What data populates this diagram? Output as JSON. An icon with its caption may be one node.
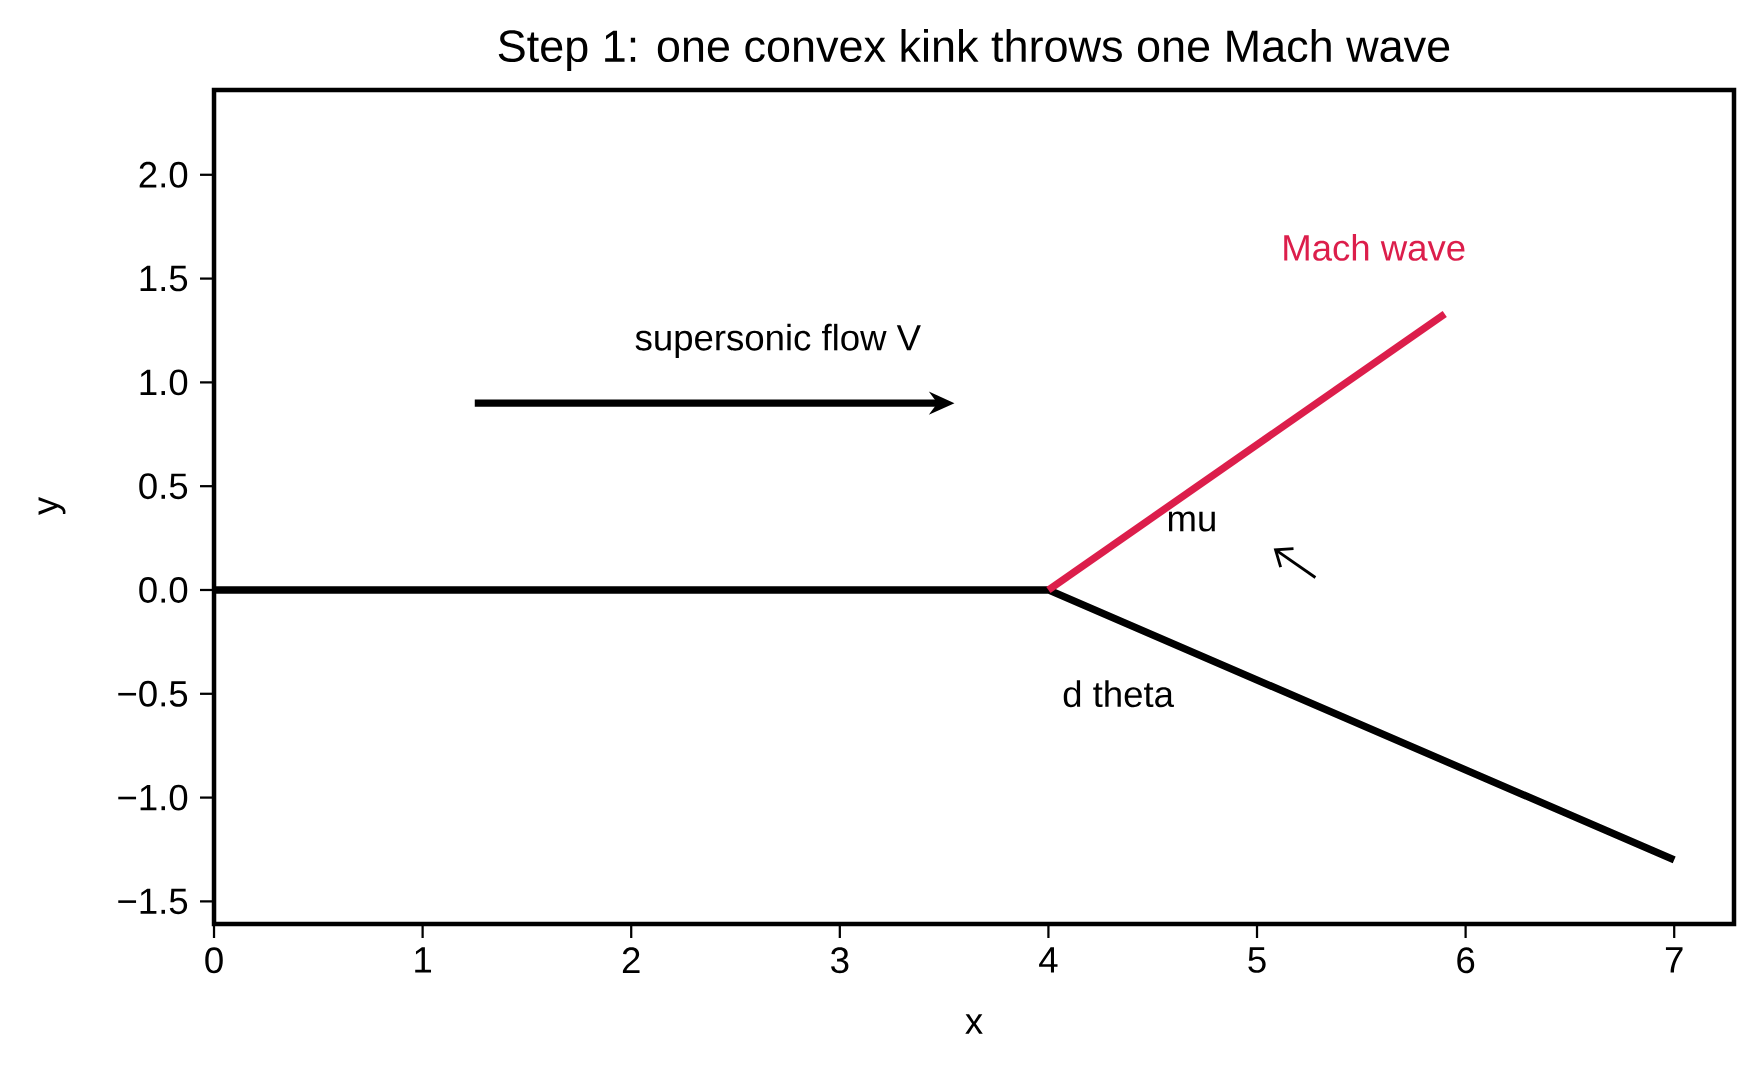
{
  "diagram": {
    "title": "Step 1: one convex kink throws one Mach wave",
    "labels": [
      "supersonic flow V",
      "Mach wave",
      "mu",
      "d theta",
      "2.0",
      "1.5",
      "1.0",
      "0.5",
      "0.0",
      "−0.5",
      "−1.0",
      "−1.5",
      "y",
      "0",
      "1",
      "2",
      "3",
      "4",
      "5",
      "6",
      "7",
      "x"
    ]
  }
}
